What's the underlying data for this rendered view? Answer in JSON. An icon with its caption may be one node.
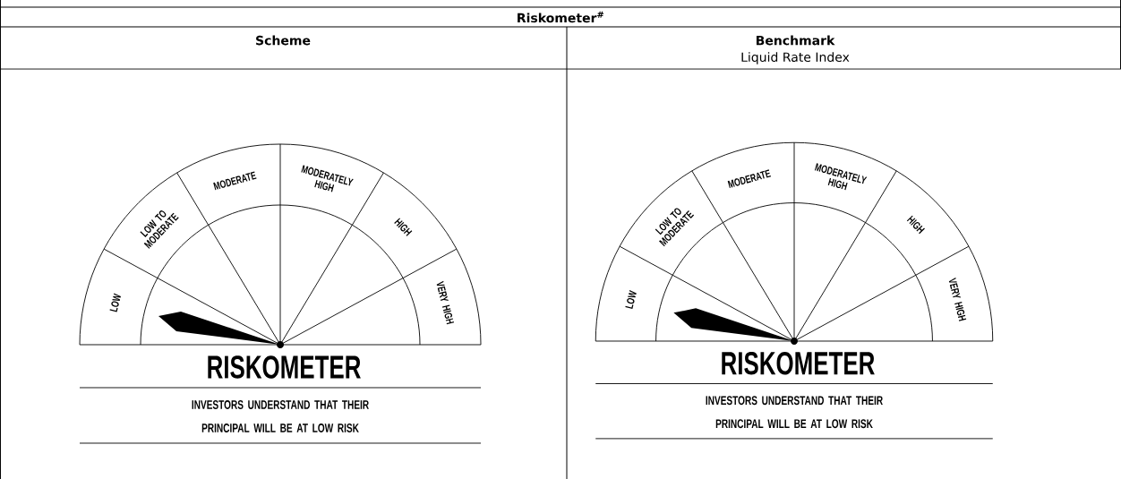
{
  "diagram": {
    "labels": [
      "Riskometer$^{#}$",
      "Scheme",
      "Benchmark",
      "Liquid Rate Index",
      "LOW",
      "LOW TO MODERATE",
      "MODERATE",
      "MODERATELY HIGH",
      "HIGH",
      "VERY HIGH",
      "RISKOMETER",
      "INVESTORS UNDERSTAND THAT THEIR PRINCIPAL WILL BE AT LOW RISK",
      "LOW",
      "LOW TO MODERATE",
      "MODERATE",
      "MODERATELY HIGH",
      "HIGH",
      "VERY HIGH",
      "RISKOMETER",
      "INVESTORS UNDERSTAND THAT THEIR PRINCIPAL WILL BE AT LOW RISK"
    ]
  }
}
